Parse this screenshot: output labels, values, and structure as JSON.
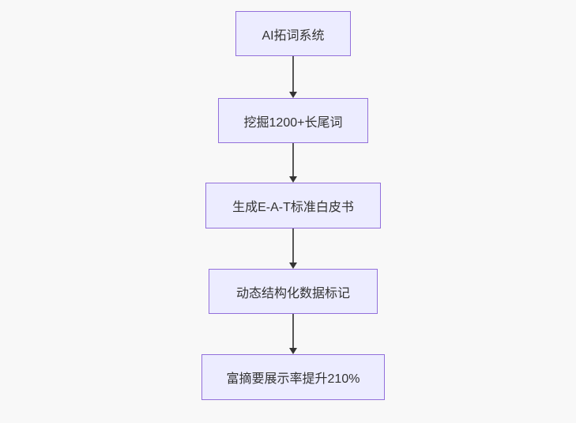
{
  "diagram": {
    "type": "flowchart",
    "direction": "top-down",
    "nodes": [
      {
        "id": "n1",
        "label": "AI拓词系统"
      },
      {
        "id": "n2",
        "label": "挖掘1200+长尾词"
      },
      {
        "id": "n3",
        "label": "生成E-A-T标准白皮书"
      },
      {
        "id": "n4",
        "label": "动态结构化数据标记"
      },
      {
        "id": "n5",
        "label": "富摘要展示率提升210%"
      }
    ],
    "edges": [
      {
        "from": "AI拓词系统",
        "to": "挖掘1200+长尾词",
        "style": "arrow-down"
      },
      {
        "from": "挖掘1200+长尾词",
        "to": "生成E-A-T标准白皮书",
        "style": "arrow-down"
      },
      {
        "from": "生成E-A-T标准白皮书",
        "to": "动态结构化数据标记",
        "style": "arrow-down"
      },
      {
        "from": "动态结构化数据标记",
        "to": "富摘要展示率提升210%",
        "style": "arrow-down"
      }
    ],
    "colors": {
      "background": "#f8f8f8",
      "node_fill": "#ECECFF",
      "node_border": "#9370DB",
      "node_text": "#333333",
      "edge_line": "#555555",
      "arrowhead": "#333333"
    }
  }
}
